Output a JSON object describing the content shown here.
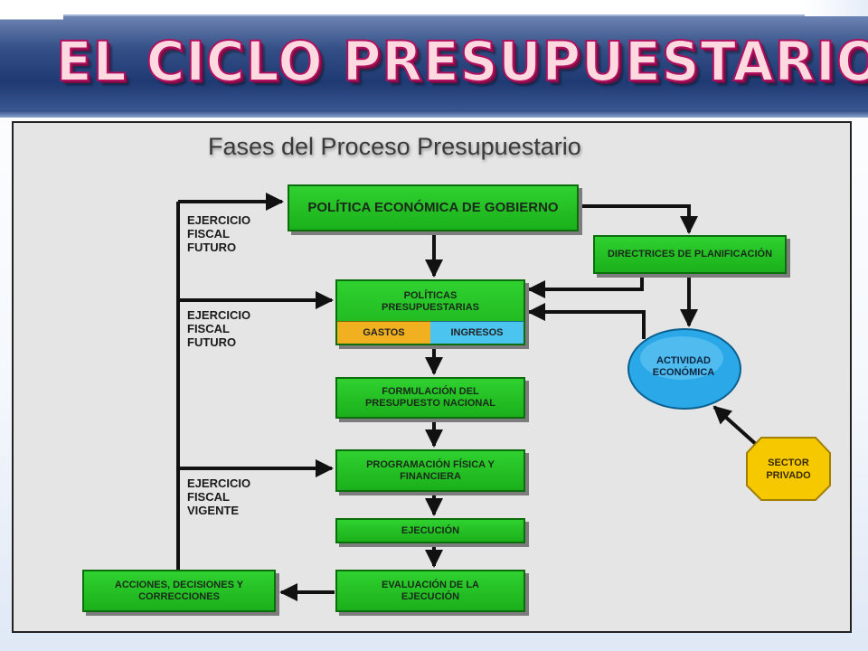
{
  "slide": {
    "title": "EL CICLO PRESUPUESTARIO"
  },
  "diagram": {
    "heading": "Fases del Proceso Presupuestario",
    "nodes": {
      "politica_economica": "POLÍTICA ECONÓMICA DE GOBIERNO",
      "directrices": "DIRECTRICES DE PLANIFICACIÓN",
      "politicas_presupuestarias": "POLÍTICAS PRESUPUESTARIAS",
      "gastos": "GASTOS",
      "ingresos": "INGRESOS",
      "actividad_economica": "ACTIVIDAD ECONÓMICA",
      "formulacion": "FORMULACIÓN DEL PRESUPUESTO NACIONAL",
      "programacion": "PROGRAMACIÓN FÍSICA Y FINANCIERA",
      "sector_privado": "SECTOR PRIVADO",
      "ejecucion": "EJECUCIÓN",
      "evaluacion": "EVALUACIÓN DE LA EJECUCIÓN",
      "acciones": "ACCIONES, DECISIONES Y CORRECCIONES"
    },
    "side_labels": {
      "top": "EJERCICIO\nFISCAL\nFUTURO",
      "middle": "EJERCICIO\nFISCAL\nFUTURO",
      "bottom": "EJERCICIO\nFISCAL\nVIGENTE"
    },
    "colors": {
      "box_green": "#1bb01b",
      "gastos": "#f0b020",
      "ingresos": "#4cc4f0",
      "actividad": "#2aa8e8",
      "sector_privado": "#f5c800",
      "title_fill": "#ffd9e0",
      "title_stroke": "#b0105f"
    }
  }
}
